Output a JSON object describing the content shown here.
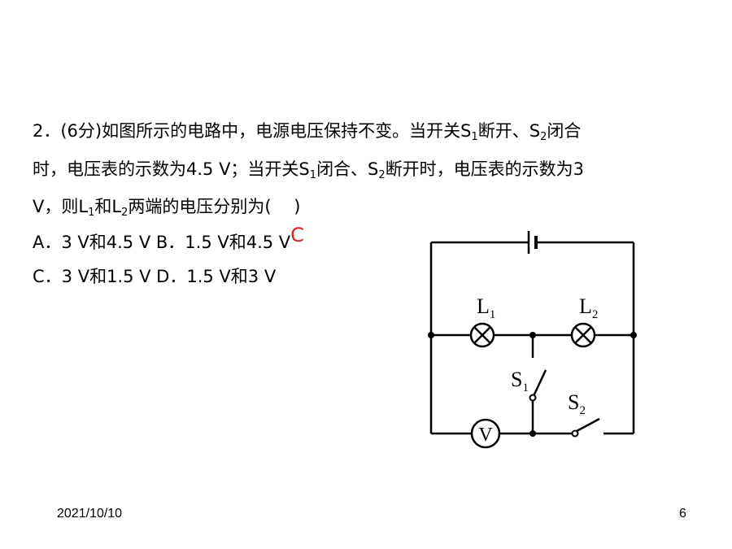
{
  "question": {
    "line1": {
      "a": "2．(6分)如图所示的电路中，电源电压保持不变。当开关S",
      "sub1": "1",
      "b": "断开、S",
      "sub2": "2",
      "c": "闭合"
    },
    "line2": {
      "a": "时，电压表的示数为4.5 V；当开关S",
      "sub1": "1",
      "b": "闭合、S",
      "sub2": "2",
      "c": "断开时，电压表的示数为3"
    },
    "line3": {
      "a": "V，则L",
      "sub1": "1",
      "b": "和L",
      "sub2": "2",
      "c": "两端的电压分别为(　 )"
    },
    "options_ab": "A．3 V和4.5 V  B．1.5 V和4.5 V",
    "answer": "C",
    "options_cd": "C．3 V和1.5 V  D．1.5 V和3 V"
  },
  "circuit": {
    "label_L1": "L",
    "label_L1_sub": "1",
    "label_L2": "L",
    "label_L2_sub": "2",
    "label_S1": "S",
    "label_S1_sub": "1",
    "label_S2": "S",
    "label_S2_sub": "2",
    "label_V": "V"
  },
  "footer": {
    "date": "2021/10/10",
    "page": "6"
  }
}
